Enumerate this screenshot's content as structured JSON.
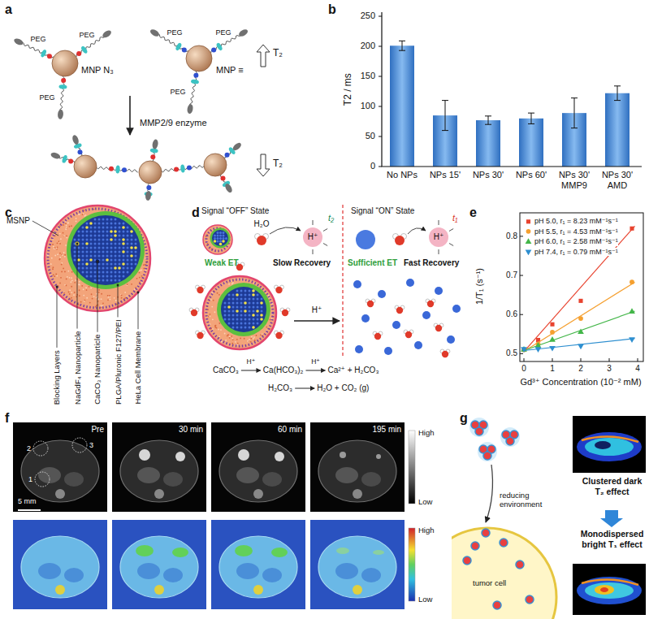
{
  "diagram": {
    "labels": [
      "a",
      "b",
      "c",
      "d",
      "e",
      "f",
      "g",
      "PEG",
      "PEG",
      "PEG",
      "MNP N₃",
      "PEG",
      "PEG",
      "PEG",
      "MNP ≡",
      "T₂",
      "MMP2/9 enzyme",
      "T₂",
      "T2 / ms",
      "0",
      "50",
      "100",
      "150",
      "200",
      "250",
      "No NPs",
      "NPs 15'",
      "NPs 30'",
      "NPs 60'",
      "NPs 30' MMP9",
      "NPs 30' AMD",
      "MSNP",
      "Blocking Layers",
      "NaGdF₄ Nanoparticle",
      "CaCO₃ Nanoparticle",
      "PLGA/Pluronic F127/PEI",
      "HeLa Cell Membrane",
      "Signal “OFF” State",
      "H₂O",
      "H⁺",
      "t₂",
      "Weak ET",
      "Slow Recovery",
      "Signal “ON” State",
      "H⁺",
      "t₁",
      "Sufficient ET",
      "Fast Recovery",
      "H⁺",
      "CaCO₃",
      "H⁺",
      "Ca(HCO₃)₂",
      "H⁺",
      "Ca²⁺ + H₂CO₃",
      "H₂CO₃",
      "H₂O + CO₂ (g)",
      "1/T₁ (s⁻¹)",
      "Gd³⁺ Concentration (10⁻² mM)",
      "0",
      "1",
      "2",
      "3",
      "4",
      "0.5",
      "0.6",
      "0.7",
      "0.8",
      "Pre",
      "30 min",
      "60 min",
      "195 min",
      "2",
      "3",
      "1",
      "5 mm",
      "High",
      "Low",
      "High",
      "Low",
      "reducing environment",
      "tumor cell",
      "Clustered dark T₂ effect",
      "Monodispersed bright T₁ effect"
    ],
    "legend": [
      {
        "text": "pH 5.0, r₁ = 8.23 mM⁻¹s⁻¹",
        "color": "#e8432f"
      },
      {
        "text": "pH 5.5, r₁ = 4.53 mM⁻¹s⁻¹",
        "color": "#f5a030"
      },
      {
        "text": "pH 6.0, r₁ = 2.58 mM⁻¹s⁻¹",
        "color": "#43b649"
      },
      {
        "text": "pH 7.4, r₁ = 0.79 mM⁻¹s⁻¹",
        "color": "#2e8fd0"
      }
    ]
  }
}
